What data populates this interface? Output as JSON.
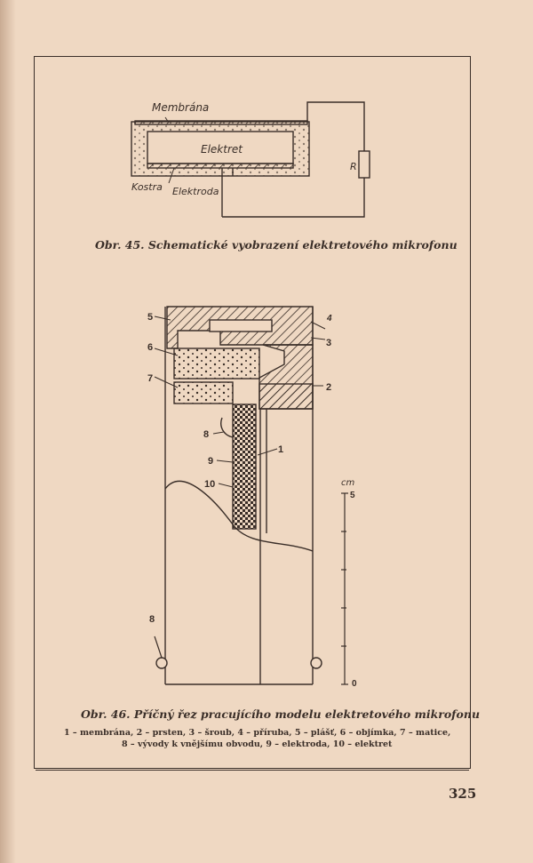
{
  "figure45": {
    "caption": "Obr. 45. Schematické vyobrazení elektretového mikrofonu",
    "labels": {
      "membrane": "Membrána",
      "electret": "Elektret",
      "frame": "Kostra",
      "electrode": "Elektroda",
      "resistor": "R"
    }
  },
  "figure46": {
    "caption": "Obr. 46. Příčný řez pracujícího modelu elektretového mikrofonu",
    "legend_line1": "1 – membrána, 2 – prsten, 3 – šroub, 4 – příruba, 5 – plášť, 6 – objímka, 7 – matice,",
    "legend_line2": "8 – vývody k vnějšímu obvodu, 9 – elektroda, 10 – elektret",
    "part_numbers": [
      "1",
      "2",
      "3",
      "4",
      "5",
      "6",
      "7",
      "8",
      "9",
      "10",
      "8"
    ],
    "scale": {
      "unit": "cm",
      "top": "5",
      "bottom": "0"
    }
  },
  "page_number": "325"
}
